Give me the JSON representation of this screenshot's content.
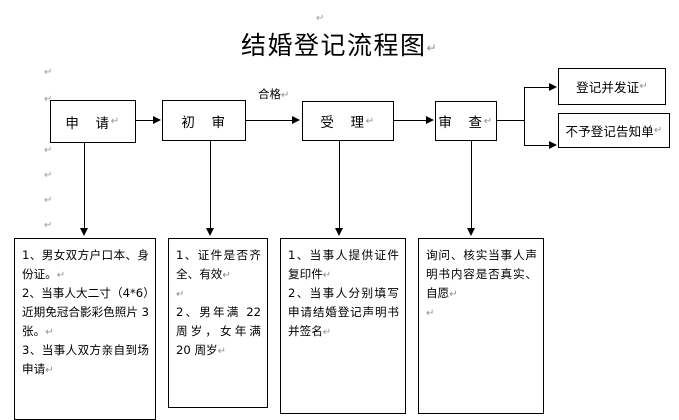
{
  "document": {
    "title": "结婚登记流程图",
    "pilcrow": "↵",
    "top_paragraph_mark": "↵"
  },
  "flow": {
    "stages": [
      {
        "id": "apply",
        "label": "申　请"
      },
      {
        "id": "preview",
        "label": "初　审"
      },
      {
        "id": "accept",
        "label": "受　理"
      },
      {
        "id": "examine",
        "label": "审　查"
      }
    ],
    "edge_labels": [
      {
        "id": "qualified",
        "text": "合格"
      }
    ],
    "outcomes": [
      {
        "id": "register-issue",
        "label": "登记并发证"
      },
      {
        "id": "refuse-notice",
        "label": "不予登记告知单"
      }
    ]
  },
  "details": [
    {
      "id": "apply-detail",
      "lines": [
        "1、男女双方户口本、身份证。",
        "2、当事人大二寸（4*6）近期免冠合影彩色照片 3 张。",
        "3、当事人双方亲自到场申请"
      ]
    },
    {
      "id": "preview-detail",
      "lines": [
        "1、证件是否齐全、有效",
        "",
        "2、男年满 22 周岁，女年满 20 周岁"
      ]
    },
    {
      "id": "accept-detail",
      "lines": [
        "1、当事人提供证件复印件",
        "2、当事人分别填写申请结婚登记声明书并签名"
      ]
    },
    {
      "id": "examine-detail",
      "lines": [
        "询问、核实当事人声明书内容是否真实、自愿",
        ""
      ]
    }
  ],
  "margin_marks": [
    "↵",
    "↵",
    "↵",
    "↵",
    "↵",
    "↵"
  ],
  "colors": {
    "ink": "#000000",
    "paper": "#ffffff",
    "pilcrow": "#9a9a9a"
  }
}
